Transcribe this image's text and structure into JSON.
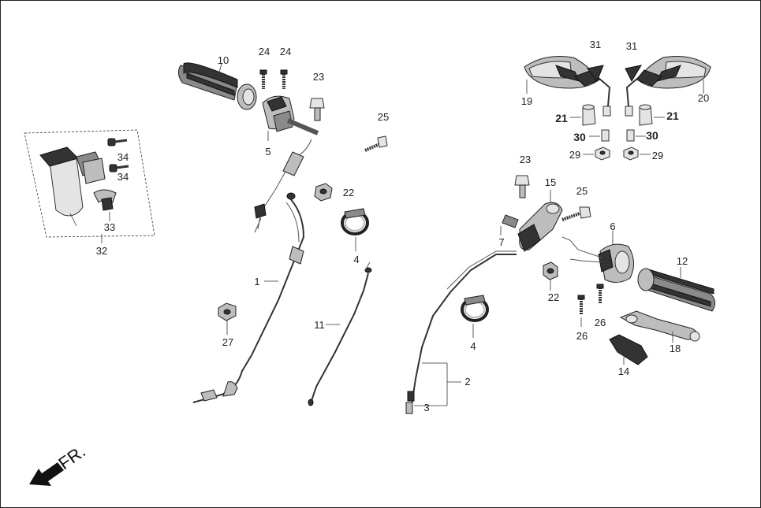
{
  "callouts": {
    "c1": "1",
    "c2": "2",
    "c3": "3",
    "c4a": "4",
    "c4b": "4",
    "c5": "5",
    "c6": "6",
    "c7": "7",
    "c10": "10",
    "c11": "11",
    "c12": "12",
    "c14": "14",
    "c15": "15",
    "c18": "18",
    "c19": "19",
    "c20": "20",
    "c21a": "21",
    "c21b": "21",
    "c22a": "22",
    "c22b": "22",
    "c23a": "23",
    "c23b": "23",
    "c24a": "24",
    "c24b": "24",
    "c25a": "25",
    "c25b": "25",
    "c26a": "26",
    "c26b": "26",
    "c27": "27",
    "c29a": "29",
    "c29b": "29",
    "c30a": "30",
    "c30b": "30",
    "c31a": "31",
    "c31b": "31",
    "c32": "32",
    "c33": "33",
    "c34a": "34",
    "c34b": "34"
  },
  "direction": {
    "label": "FR."
  },
  "colors": {
    "line": "#333333",
    "part_fill": "#bdbdbd",
    "dark": "#333333"
  }
}
